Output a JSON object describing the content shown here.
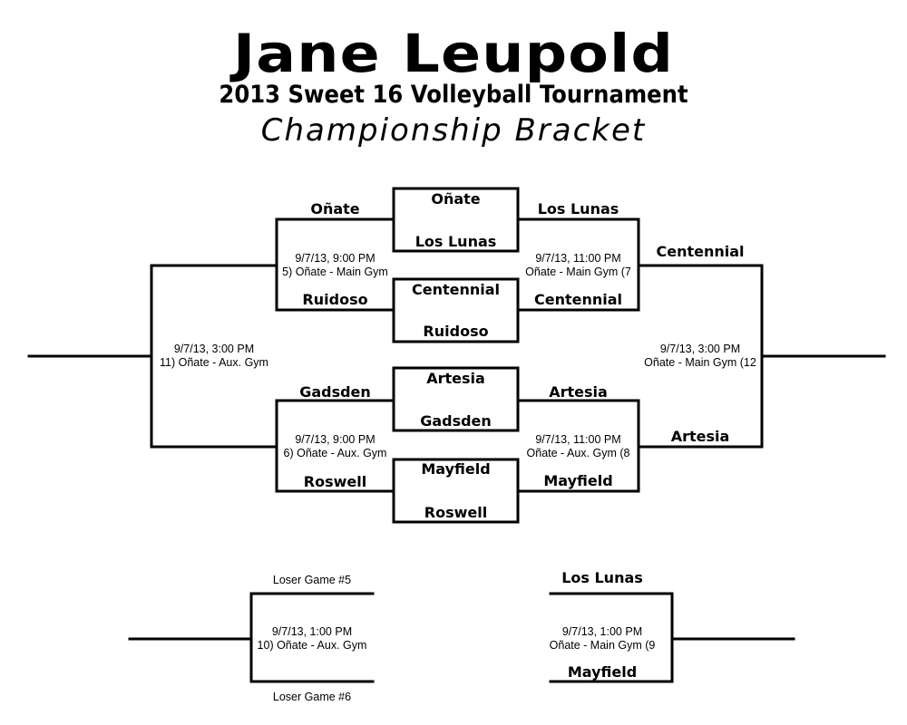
{
  "header": {
    "title": "Jane Leupold",
    "subtitle": "2013 Sweet 16 Volleyball Tournament",
    "bracket_name": "Championship Bracket"
  },
  "teams": [
    "Oñate",
    "Los Lunas",
    "Centennial",
    "Ruidoso",
    "Artesia",
    "Gadsden",
    "Mayfield",
    "Roswell",
    "Oñate",
    "Ruidoso",
    "Gadsden",
    "Roswell",
    "Los Lunas",
    "Centennial",
    "Artesia",
    "Mayfield",
    "Centennial",
    "Artesia",
    "Loser Game #5",
    "Loser Game #6",
    "Los Lunas",
    "Mayfield"
  ],
  "games": [
    {
      "date": "9/7/13, 9:00 PM",
      "loc": "5) Oñate - Main Gym"
    },
    {
      "date": "9/7/13, 9:00 PM",
      "loc": "6) Oñate - Aux. Gym"
    },
    {
      "date": "9/7/13, 11:00 PM",
      "loc": "Oñate - Main Gym (7"
    },
    {
      "date": "9/7/13, 11:00 PM",
      "loc": "Oñate - Aux. Gym (8"
    },
    {
      "date": "9/7/13, 3:00 PM",
      "loc": "11) Oñate - Aux. Gym"
    },
    {
      "date": "9/7/13, 3:00 PM",
      "loc": "Oñate - Main Gym (12"
    },
    {
      "date": "9/7/13, 1:00 PM",
      "loc": "10) Oñate - Aux. Gym"
    },
    {
      "date": "9/7/13, 1:00 PM",
      "loc": "Oñate - Main Gym (9"
    }
  ]
}
